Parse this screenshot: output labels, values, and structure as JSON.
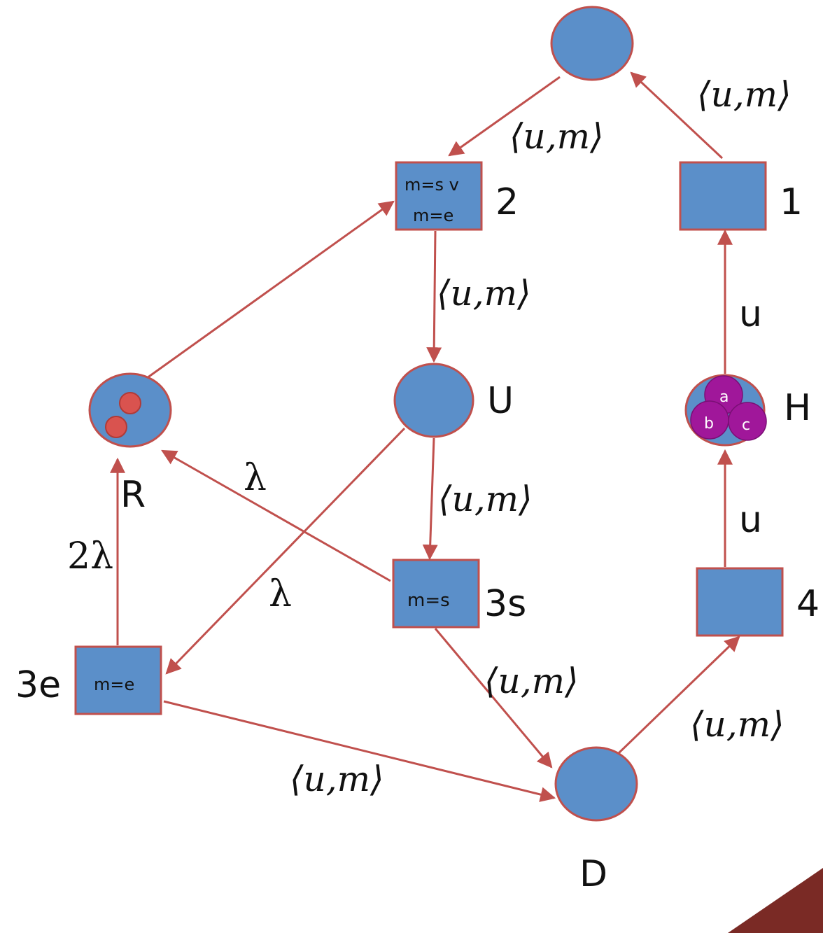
{
  "colors": {
    "node_fill": "#5b8fc9",
    "stroke": "#c0504d",
    "red_token": "#d9534f",
    "purple_token": "#a0179a",
    "corner_accent": "#7a2a25"
  },
  "places": {
    "top": "",
    "R": "R",
    "U": "U",
    "H": "H",
    "D": "D"
  },
  "transitions": {
    "t1": {
      "label": "1",
      "guard": ""
    },
    "t2": {
      "label": "2",
      "guard_line1": "m=s v",
      "guard_line2": "m=e"
    },
    "t3s": {
      "label": "3s",
      "guard": "m=s"
    },
    "t3e": {
      "label": "3e",
      "guard": "m=e"
    },
    "t4": {
      "label": "4",
      "guard": ""
    }
  },
  "tokens": {
    "H": [
      "a",
      "b",
      "c"
    ]
  },
  "arcs": {
    "top_to_2": "⟨u,m⟩",
    "1_to_top": "⟨u,m⟩",
    "2_to_U": "⟨u,m⟩",
    "U_to_3s": "⟨u,m⟩",
    "3s_to_D": "⟨u,m⟩",
    "3e_to_D": "⟨u,m⟩",
    "D_to_4": "⟨u,m⟩",
    "4_to_H": "u",
    "H_to_1": "u",
    "3s_to_R": "λ",
    "U_to_3e": "λ",
    "3e_to_R": "2λ"
  }
}
